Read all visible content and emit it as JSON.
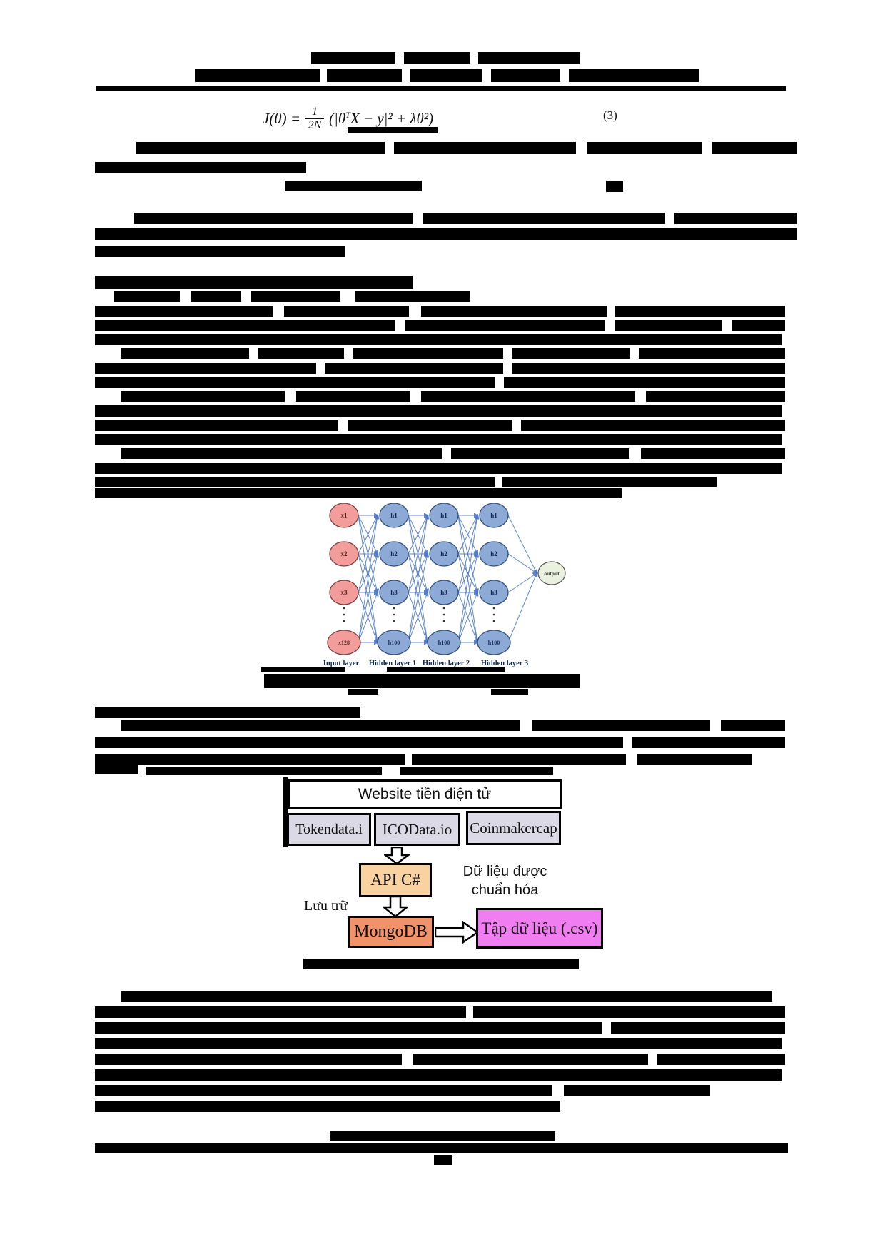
{
  "equation": {
    "lhs": "J(θ) =",
    "numerator": "1",
    "denominator": "2N",
    "rhs1": "(|θ",
    "rhs_sup": "T",
    "rhs2": "X − y|² + λθ²)",
    "number": "(3)"
  },
  "nn_figure": {
    "input_labels": [
      "x1",
      "x2",
      "x3",
      "x128"
    ],
    "hidden_labels": [
      "h1",
      "h2",
      "h3",
      "h100"
    ],
    "output_label": "output",
    "layer_captions": [
      "Input layer",
      "Hidden layer 1",
      "Hidden layer 2",
      "Hidden layer 3"
    ],
    "colors": {
      "input": "#f29c9c",
      "hidden": "#8da9d6",
      "output": "#eaf1de",
      "edge": "#4f7ac7"
    }
  },
  "flow_diagram": {
    "header": "Website tiền điện tử",
    "sources": [
      "Tokendata.i",
      "ICOData.io",
      "Coinmakercap"
    ],
    "api_box": "API C#",
    "db_box": "MongoDB",
    "dataset_box": "Tập dữ liệu (.csv)",
    "note_line1": "Dữ liệu được",
    "note_line2": "chuẩn hóa",
    "store_label": "Lưu trữ",
    "colors": {
      "source": "#dcd9e6",
      "api": "#f8d2a0",
      "db": "#f0926a",
      "dataset": "#f07ef0"
    }
  },
  "redactions": [
    [
      436,
      73,
      118,
      17
    ],
    [
      566,
      73,
      92,
      17
    ],
    [
      670,
      73,
      142,
      17
    ],
    [
      273,
      96,
      175,
      19
    ],
    [
      458,
      96,
      105,
      19
    ],
    [
      575,
      96,
      100,
      19
    ],
    [
      688,
      96,
      97,
      19
    ],
    [
      797,
      96,
      182,
      19
    ],
    [
      135,
      121,
      966,
      6
    ],
    [
      487,
      178,
      126,
      9
    ],
    [
      191,
      199,
      348,
      17
    ],
    [
      552,
      199,
      255,
      17
    ],
    [
      822,
      199,
      162,
      17
    ],
    [
      998,
      199,
      119,
      17
    ],
    [
      133,
      227,
      296,
      16
    ],
    [
      399,
      253,
      192,
      15
    ],
    [
      849,
      253,
      24,
      16
    ],
    [
      188,
      298,
      390,
      16
    ],
    [
      592,
      298,
      340,
      16
    ],
    [
      945,
      298,
      172,
      16
    ],
    [
      133,
      320,
      984,
      16
    ],
    [
      133,
      344,
      350,
      16
    ],
    [
      133,
      386,
      445,
      19
    ],
    [
      160,
      408,
      92,
      15
    ],
    [
      268,
      408,
      70,
      15
    ],
    [
      352,
      408,
      125,
      15
    ],
    [
      498,
      408,
      160,
      15
    ],
    [
      133,
      428,
      250,
      16
    ],
    [
      398,
      428,
      175,
      16
    ],
    [
      590,
      428,
      260,
      16
    ],
    [
      862,
      428,
      238,
      16
    ],
    [
      133,
      448,
      420,
      16
    ],
    [
      568,
      448,
      280,
      16
    ],
    [
      862,
      448,
      150,
      16
    ],
    [
      1025,
      448,
      75,
      16
    ],
    [
      133,
      468,
      962,
      16
    ],
    [
      169,
      488,
      180,
      15
    ],
    [
      362,
      488,
      120,
      15
    ],
    [
      495,
      488,
      210,
      15
    ],
    [
      718,
      488,
      165,
      15
    ],
    [
      895,
      488,
      205,
      15
    ],
    [
      133,
      508,
      310,
      16
    ],
    [
      455,
      508,
      250,
      16
    ],
    [
      718,
      508,
      382,
      16
    ],
    [
      133,
      528,
      560,
      16
    ],
    [
      706,
      528,
      394,
      16
    ],
    [
      169,
      548,
      230,
      15
    ],
    [
      415,
      548,
      160,
      15
    ],
    [
      590,
      548,
      300,
      15
    ],
    [
      905,
      548,
      195,
      15
    ],
    [
      133,
      568,
      962,
      16
    ],
    [
      133,
      588,
      340,
      16
    ],
    [
      488,
      588,
      230,
      16
    ],
    [
      730,
      588,
      370,
      16
    ],
    [
      133,
      608,
      962,
      16
    ],
    [
      169,
      628,
      450,
      15
    ],
    [
      632,
      628,
      250,
      15
    ],
    [
      898,
      628,
      202,
      15
    ],
    [
      133,
      648,
      962,
      16
    ],
    [
      133,
      668,
      560,
      14
    ],
    [
      704,
      668,
      300,
      14
    ],
    [
      133,
      684,
      738,
      13
    ],
    [
      365,
      935,
      118,
      6
    ],
    [
      542,
      935,
      166,
      6
    ],
    [
      370,
      944,
      442,
      20
    ],
    [
      488,
      965,
      42,
      8
    ],
    [
      688,
      965,
      52,
      8
    ],
    [
      133,
      990,
      372,
      16
    ],
    [
      169,
      1008,
      560,
      16
    ],
    [
      745,
      1008,
      250,
      16
    ],
    [
      1010,
      1008,
      90,
      16
    ],
    [
      133,
      1032,
      740,
      16
    ],
    [
      885,
      1032,
      215,
      16
    ],
    [
      133,
      1056,
      434,
      16
    ],
    [
      577,
      1056,
      300,
      16
    ],
    [
      893,
      1056,
      160,
      16
    ],
    [
      133,
      1072,
      60,
      13
    ],
    [
      205,
      1074,
      330,
      12
    ],
    [
      560,
      1074,
      215,
      12
    ],
    [
      425,
      1343,
      386,
      15
    ],
    [
      169,
      1388,
      913,
      16
    ],
    [
      133,
      1410,
      520,
      16
    ],
    [
      663,
      1410,
      437,
      16
    ],
    [
      133,
      1432,
      710,
      16
    ],
    [
      856,
      1432,
      244,
      16
    ],
    [
      133,
      1454,
      962,
      16
    ],
    [
      133,
      1476,
      430,
      16
    ],
    [
      578,
      1476,
      330,
      16
    ],
    [
      920,
      1476,
      180,
      16
    ],
    [
      133,
      1498,
      962,
      16
    ],
    [
      133,
      1520,
      640,
      16
    ],
    [
      790,
      1520,
      205,
      16
    ],
    [
      133,
      1542,
      652,
      16
    ],
    [
      463,
      1585,
      315,
      14
    ],
    [
      133,
      1601,
      971,
      15
    ],
    [
      608,
      1618,
      25,
      14
    ]
  ]
}
